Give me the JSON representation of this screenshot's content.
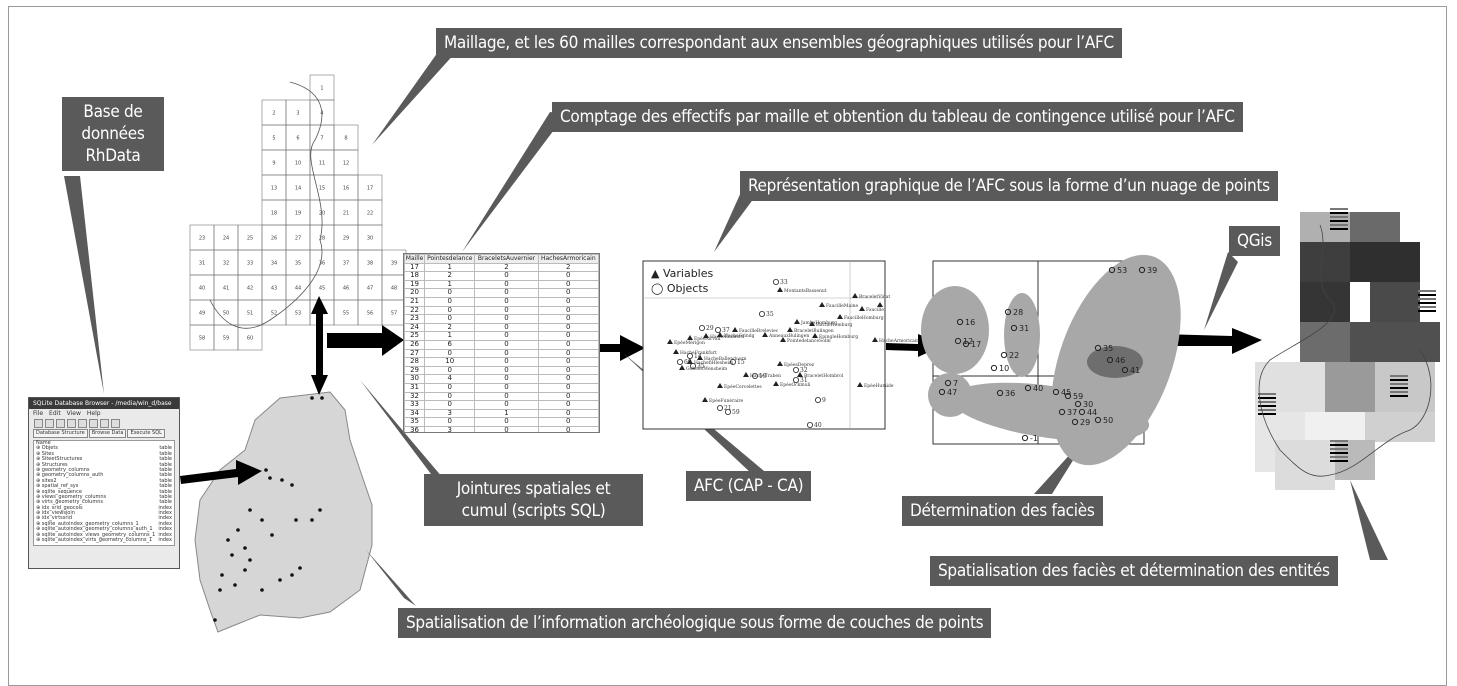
{
  "labels": {
    "maillage": "Maillage, et les 60 mailles correspondant aux ensembles géographiques utilisés pour l’AFC",
    "comptage": "Comptage des effectifs par maille et obtention du tableau de contingence utilisé pour l’AFC",
    "representation": "Représentation graphique de l’AFC sous la forme d’un nuage de points",
    "base_line1": "Base de",
    "base_line2": "données",
    "base_line3": "RhData",
    "qgis": "QGis",
    "jointures_line1": "Jointures spatiales et",
    "jointures_line2": "cumul (scripts SQL)",
    "afc": "AFC (CAP - CA)",
    "determination": "Détermination des faciès",
    "spatialisation_facies": "Spatialisation des faciès et détermination des entités",
    "spatialisation_info": "Spatialisation de l’information archéologique sous forme de couches de points"
  },
  "table": {
    "headers": [
      "Maille",
      "Pointesdelance",
      "BraceletsAuvernier",
      "HachesArmoricain"
    ],
    "rows": [
      [
        "17",
        "1",
        "2",
        "2"
      ],
      [
        "18",
        "2",
        "0",
        "0"
      ],
      [
        "19",
        "1",
        "0",
        "0"
      ],
      [
        "20",
        "0",
        "0",
        "0"
      ],
      [
        "21",
        "0",
        "0",
        "0"
      ],
      [
        "22",
        "0",
        "0",
        "0"
      ],
      [
        "23",
        "0",
        "0",
        "0"
      ],
      [
        "24",
        "2",
        "0",
        "0"
      ],
      [
        "25",
        "1",
        "0",
        "0"
      ],
      [
        "26",
        "6",
        "0",
        "0"
      ],
      [
        "27",
        "0",
        "0",
        "0"
      ],
      [
        "28",
        "10",
        "0",
        "0"
      ],
      [
        "29",
        "0",
        "0",
        "0"
      ],
      [
        "30",
        "4",
        "0",
        "0"
      ],
      [
        "31",
        "0",
        "0",
        "0"
      ],
      [
        "32",
        "0",
        "0",
        "0"
      ],
      [
        "33",
        "0",
        "0",
        "0"
      ],
      [
        "34",
        "3",
        "1",
        "0"
      ],
      [
        "35",
        "0",
        "0",
        "0"
      ],
      [
        "36",
        "3",
        "0",
        "0"
      ]
    ]
  },
  "scatter": {
    "legend_variables": "Variables",
    "legend_objects": "Objects",
    "variable_names": [
      "MontantsBassenut",
      "BraceletVinat",
      "FaucilleMaine",
      "Faucille",
      "FaucilleHomburg",
      "HacheHomburg",
      "JambeHomburg",
      "BraceletBulingen",
      "AnneauxBulingen",
      "PointedelanceSolm",
      "EpingleHomburg",
      "FaucilleBreleviec",
      "HacheGrindg",
      "HacheEmmerd",
      "EpéeAirvau",
      "EpéeMérigon",
      "HacheFrankfurt",
      "HacheBallendoorn",
      "HachefiHlesheim",
      "GobeletWensheim",
      "HacheTraben",
      "BraceletHombrol",
      "EpéesDeprez",
      "EpéeOckmuli",
      "EpéeCorcelettes",
      "EpéeFunéraire",
      "EpéeHumide",
      "HacheArmoricain"
    ],
    "object_labels": [
      "33",
      "35",
      "29",
      "37",
      "14",
      "60",
      "35",
      "15",
      "19",
      "32",
      "31",
      "9",
      "59",
      "21",
      "40",
      "8"
    ]
  },
  "window": {
    "title": "SQLite Database Browser - /media/win_d/base",
    "menu": [
      "File",
      "Edit",
      "View",
      "Help"
    ],
    "tabs": [
      "Database Structure",
      "Browse Data",
      "Execute SQL"
    ],
    "list_header": "Name",
    "items": [
      [
        "Objets",
        "table"
      ],
      [
        "Sites",
        "table"
      ],
      [
        "SiteetStructures",
        "table"
      ],
      [
        "Structures",
        "table"
      ],
      [
        "geometry_columns",
        "table"
      ],
      [
        "geometry_columns_auth",
        "table"
      ],
      [
        "sites2",
        "table"
      ],
      [
        "spatial_ref_sys",
        "table"
      ],
      [
        "sqlite_sequence",
        "table"
      ],
      [
        "views_geometry_columns",
        "table"
      ],
      [
        "virts_geometry_columns",
        "table"
      ],
      [
        "idx_srid_geocols",
        "index"
      ],
      [
        "idx_viewsjoin",
        "index"
      ],
      [
        "idx_virtssrid",
        "index"
      ],
      [
        "sqlite_autoindex_geometry_columns_1",
        "index"
      ],
      [
        "sqlite_autoindex_geometry_columns_auth_1",
        "index"
      ],
      [
        "sqlite_autoindex_views_geometry_columns_1",
        "index"
      ],
      [
        "sqlite_autoindex_virts_geometry_columns_1",
        "index"
      ]
    ]
  },
  "facies": {
    "labels": [
      "53",
      "39",
      "16",
      "28",
      "31",
      "12",
      "17",
      "22",
      "35",
      "46",
      "41",
      "10",
      "7",
      "47",
      "36",
      "40",
      "45",
      "59",
      "37",
      "29",
      "44",
      "50",
      "30",
      "-1"
    ]
  },
  "grid_labels": [
    "1",
    "2",
    "3",
    "4",
    "5",
    "6",
    "7",
    "8",
    "9",
    "10",
    "11",
    "12",
    "13",
    "14",
    "15",
    "16",
    "17",
    "18",
    "19",
    "20",
    "21",
    "22",
    "23",
    "24",
    "25",
    "26",
    "27",
    "28",
    "29",
    "30",
    "31",
    "32",
    "33",
    "34",
    "35",
    "36",
    "37",
    "38",
    "39",
    "40",
    "41",
    "42",
    "43",
    "44",
    "45",
    "46",
    "47",
    "48",
    "49",
    "50",
    "51",
    "52",
    "53",
    "54",
    "55",
    "56",
    "57",
    "58",
    "59",
    "60"
  ],
  "colors": {
    "callout_bg": "#5a5a5a",
    "ellipse_fill": "#a8a8a8",
    "dark_ellipse": "#6e6e6e",
    "map_fill": "#d6d6d6"
  }
}
